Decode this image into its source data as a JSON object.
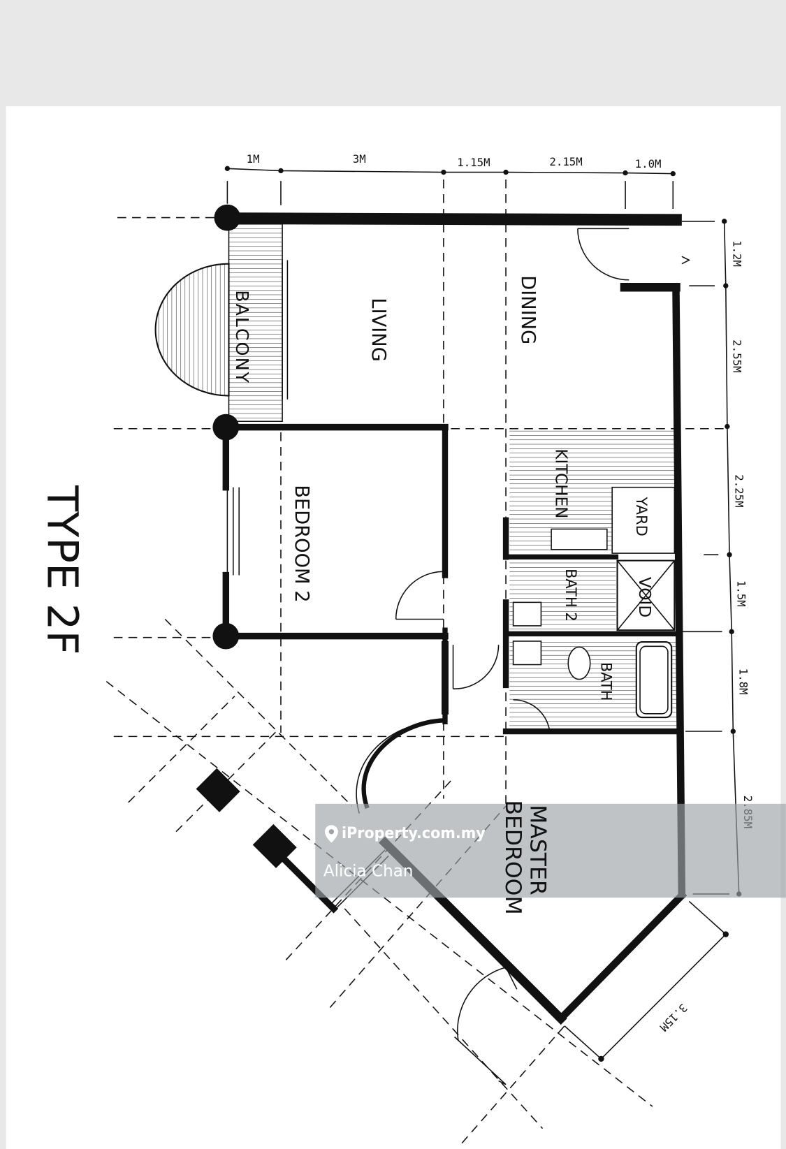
{
  "plan": {
    "title": "TYPE 2F",
    "rooms": {
      "balcony": "BALCONY",
      "living": "LIVING",
      "dining": "DINING",
      "kitchen": "KITCHEN",
      "yard": "YARD",
      "bath2": "BATH 2",
      "void": "VOID",
      "bath": "BATH",
      "bedroom2": "BEDROOM 2",
      "master_bedroom_1": "MASTER",
      "master_bedroom_2": "BEDROOM"
    },
    "top_dimensions": [
      "1M",
      "3M",
      "1.15M",
      "2.15M",
      "1.0M"
    ],
    "side_dimensions": [
      "1.2M",
      "2.55M",
      "2.25M",
      "1.5M",
      "1.8M",
      "2.85M"
    ],
    "diagonal_dimension": "3.15M"
  },
  "watermark": {
    "site": "iProperty.com.my",
    "agent": "Alicia Chan",
    "icon": "location-pin-icon"
  }
}
